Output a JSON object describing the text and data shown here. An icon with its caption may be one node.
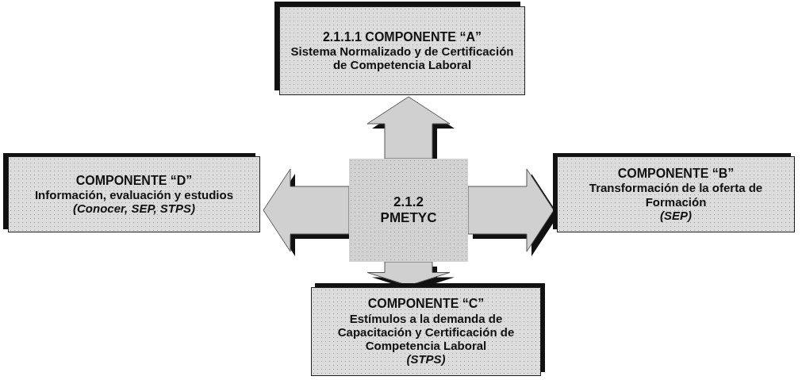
{
  "diagram": {
    "nodes": [
      {
        "text": [
          "2.1.1.1 COMPONENTE “A”",
          "Sistema Normalizado y de Certificación de Competencia Laboral"
        ]
      },
      {
        "text": [
          "COMPONENTE “D”",
          "Información, evaluación y estudios",
          "(Conocer, SEP, STPS)"
        ]
      },
      {
        "text": [
          "2.1.2 PMETYC"
        ]
      },
      {
        "text": [
          "COMPONENTE “B”",
          "Transformación de la oferta de Formación",
          "(SEP)"
        ]
      },
      {
        "text": [
          "COMPONENTE “C”",
          "Estímulos a la demanda de Capacitación y Certificación de Competencia Laboral",
          "(STPS)"
        ]
      }
    ],
    "edges": [
      {
        "from": 2,
        "to": 0,
        "arrow": "to"
      },
      {
        "from": 2,
        "to": 1,
        "arrow": "to"
      },
      {
        "from": 2,
        "to": 3,
        "arrow": "to"
      },
      {
        "from": 2,
        "to": 4,
        "arrow": "to"
      }
    ]
  }
}
